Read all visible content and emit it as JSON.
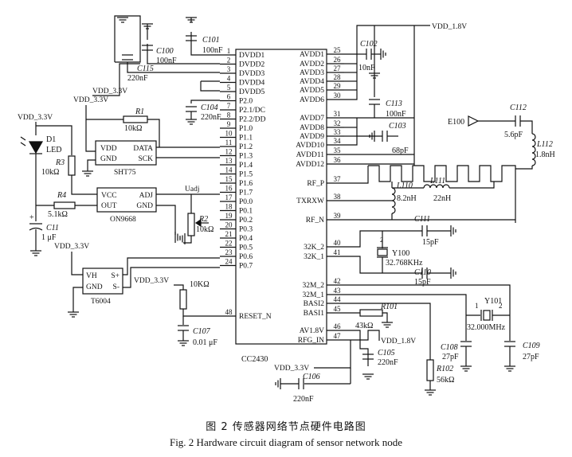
{
  "figure": {
    "caption_cn": "图 2   传感器网络节点硬件电路图",
    "caption_en": "Fig. 2   Hardware circuit diagram of sensor network node"
  },
  "chip": {
    "name": "CC2430",
    "left_pins": [
      {
        "num": "1",
        "label": "DVDD1"
      },
      {
        "num": "2",
        "label": "DVDD2"
      },
      {
        "num": "3",
        "label": "DVDD3"
      },
      {
        "num": "4",
        "label": "DVDD4"
      },
      {
        "num": "5",
        "label": "DVDD5"
      },
      {
        "num": "6",
        "label": "P2.0"
      },
      {
        "num": "7",
        "label": "P2.1/DC"
      },
      {
        "num": "8",
        "label": "P2.2/DD"
      },
      {
        "num": "9",
        "label": "P1.0"
      },
      {
        "num": "10",
        "label": "P1.1"
      },
      {
        "num": "11",
        "label": "P1.2"
      },
      {
        "num": "12",
        "label": "P1.3"
      },
      {
        "num": "13",
        "label": "P1.4"
      },
      {
        "num": "14",
        "label": "P1.5"
      },
      {
        "num": "15",
        "label": "P1.6"
      },
      {
        "num": "16",
        "label": "P1.7"
      },
      {
        "num": "17",
        "label": "P0.0"
      },
      {
        "num": "18",
        "label": "P0.1"
      },
      {
        "num": "19",
        "label": "P0.2"
      },
      {
        "num": "20",
        "label": "P0.3"
      },
      {
        "num": "21",
        "label": "P0.4"
      },
      {
        "num": "22",
        "label": "P0.5"
      },
      {
        "num": "23",
        "label": "P0.6"
      },
      {
        "num": "24",
        "label": "P0.7"
      }
    ],
    "reset": {
      "num": "48",
      "label": "RESET_N"
    },
    "right_pins": [
      {
        "num": "25",
        "label": "AVDD1"
      },
      {
        "num": "26",
        "label": "AVDD2"
      },
      {
        "num": "27",
        "label": "AVDD3"
      },
      {
        "num": "28",
        "label": "AVDD4"
      },
      {
        "num": "29",
        "label": "AVDD5"
      },
      {
        "num": "30",
        "label": "AVDD6"
      },
      {
        "num": "31",
        "label": "AVDD7"
      },
      {
        "num": "32",
        "label": "AVDD8"
      },
      {
        "num": "33",
        "label": "AVDD9"
      },
      {
        "num": "34",
        "label": "AVDD10"
      },
      {
        "num": "35",
        "label": "AVDD11"
      },
      {
        "num": "36",
        "label": "AVDD12"
      },
      {
        "num": "37",
        "label": "RF_P"
      },
      {
        "num": "38",
        "label": "TXRXW"
      },
      {
        "num": "39",
        "label": "RF_N"
      },
      {
        "num": "40",
        "label": "32K_2"
      },
      {
        "num": "41",
        "label": "32K_1"
      },
      {
        "num": "42",
        "label": "32M_2"
      },
      {
        "num": "43",
        "label": "32M_1"
      },
      {
        "num": "44",
        "label": "BASI2"
      },
      {
        "num": "45",
        "label": "BASI1"
      },
      {
        "num": "46",
        "label": "AV1.8V"
      },
      {
        "num": "47",
        "label": "RFG_IN"
      }
    ]
  },
  "rails": {
    "vdd18": "VDD_1.8V",
    "vdd33": "VDD_3.3V",
    "avdd_out": "VDD_1.8V"
  },
  "parts": {
    "c101": {
      "name": "C101",
      "value": "100nF"
    },
    "c100": {
      "name": "C100",
      "value": "100nF"
    },
    "c115": {
      "name": "C115",
      "value": "220nF"
    },
    "c104": {
      "name": "C104",
      "value": "220nF"
    },
    "r1": {
      "name": "R1",
      "value": "10kΩ"
    },
    "d1": {
      "name": "D1",
      "value": "LED"
    },
    "r3": {
      "name": "R3",
      "value": "10kΩ"
    },
    "r4": {
      "name": "R4",
      "value": "5.1kΩ"
    },
    "c11": {
      "name": "C11",
      "value": "1 μF"
    },
    "r2": {
      "name": "R2",
      "value": "10kΩ"
    },
    "uadj": {
      "name": "Uadj"
    },
    "r_reset": {
      "value": "10KΩ"
    },
    "c107": {
      "name": "C107",
      "value": "0.01 μF"
    },
    "c102": {
      "name": "C102",
      "value": "10nF"
    },
    "c113": {
      "name": "C113",
      "value": "100nF"
    },
    "c103": {
      "name": "C103",
      "value": "68pF"
    },
    "c112": {
      "name": "C112",
      "value": "5.6pF"
    },
    "l112": {
      "name": "L112",
      "value": "1.8nH"
    },
    "e100": {
      "name": "E100"
    },
    "l110": {
      "name": "L110",
      "value": "8.2nH"
    },
    "l111": {
      "name": "L111",
      "value": "22nH"
    },
    "c111": {
      "name": "C111",
      "value": "15pF"
    },
    "y100": {
      "name": "Y100",
      "value": "32.768KHz",
      "pin": "2"
    },
    "c110": {
      "name": "C110",
      "value": "15pF"
    },
    "y101": {
      "name": "Y101",
      "value": "32.000MHz",
      "pin1": "1",
      "pin2": "2"
    },
    "r101": {
      "name": "R101",
      "value": "43kΩ"
    },
    "r102": {
      "name": "R102",
      "value": "56kΩ"
    },
    "c108": {
      "name": "C108",
      "value": "27pF"
    },
    "c109": {
      "name": "C109",
      "value": "27pF"
    },
    "c105": {
      "name": "C105",
      "value": "220nF"
    },
    "c106": {
      "name": "C106",
      "value": "220nF"
    }
  },
  "sht75": {
    "name": "SHT75",
    "pins": [
      "VDD",
      "GND",
      "DATA",
      "SCK"
    ]
  },
  "on9668": {
    "name": "ON9668",
    "pins": [
      "VCC",
      "OUT",
      "ADJ",
      "GND"
    ]
  },
  "t6004": {
    "name": "T6004",
    "pins": [
      "VH",
      "GND",
      "S+",
      "S-"
    ]
  }
}
